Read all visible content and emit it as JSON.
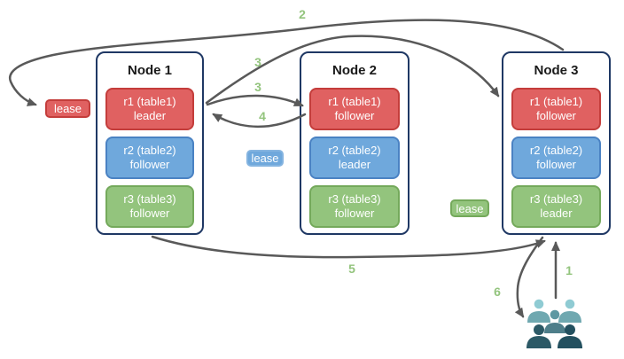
{
  "nodes": [
    {
      "title": "Node 1",
      "replicas": [
        {
          "name": "r1 (table1)",
          "role": "leader"
        },
        {
          "name": "r2 (table2)",
          "role": "follower"
        },
        {
          "name": "r3 (table3)",
          "role": "follower"
        }
      ]
    },
    {
      "title": "Node 2",
      "replicas": [
        {
          "name": "r1 (table1)",
          "role": "follower"
        },
        {
          "name": "r2 (table2)",
          "role": "leader"
        },
        {
          "name": "r3 (table3)",
          "role": "follower"
        }
      ]
    },
    {
      "title": "Node 3",
      "replicas": [
        {
          "name": "r1 (table1)",
          "role": "follower"
        },
        {
          "name": "r2 (table2)",
          "role": "follower"
        },
        {
          "name": "r3 (table3)",
          "role": "leader"
        }
      ]
    }
  ],
  "leases": [
    {
      "label": "lease",
      "color": "#E06161"
    },
    {
      "label": "lease",
      "color": "#6FA8DC"
    },
    {
      "label": "lease",
      "color": "#93C47D"
    }
  ],
  "steps": {
    "s1": "1",
    "s2": "2",
    "s3a": "3",
    "s3b": "3",
    "s4": "4",
    "s5": "5",
    "s6": "6"
  },
  "icons": {
    "clients": "people-group-icon"
  },
  "colors": {
    "replica_red": "#E06161",
    "replica_red_border": "#C43D3B",
    "replica_blue": "#6FA8DC",
    "replica_blue_border": "#4A82C3",
    "replica_green": "#93C47D",
    "replica_green_border": "#74A95B",
    "node_border": "#1F3864",
    "arrow": "#595959",
    "step_label": "#93C47D",
    "people_light_teal": "#8FCBD3",
    "people_mid_teal": "#5E98A2",
    "people_dark_navy": "#2C5966"
  }
}
